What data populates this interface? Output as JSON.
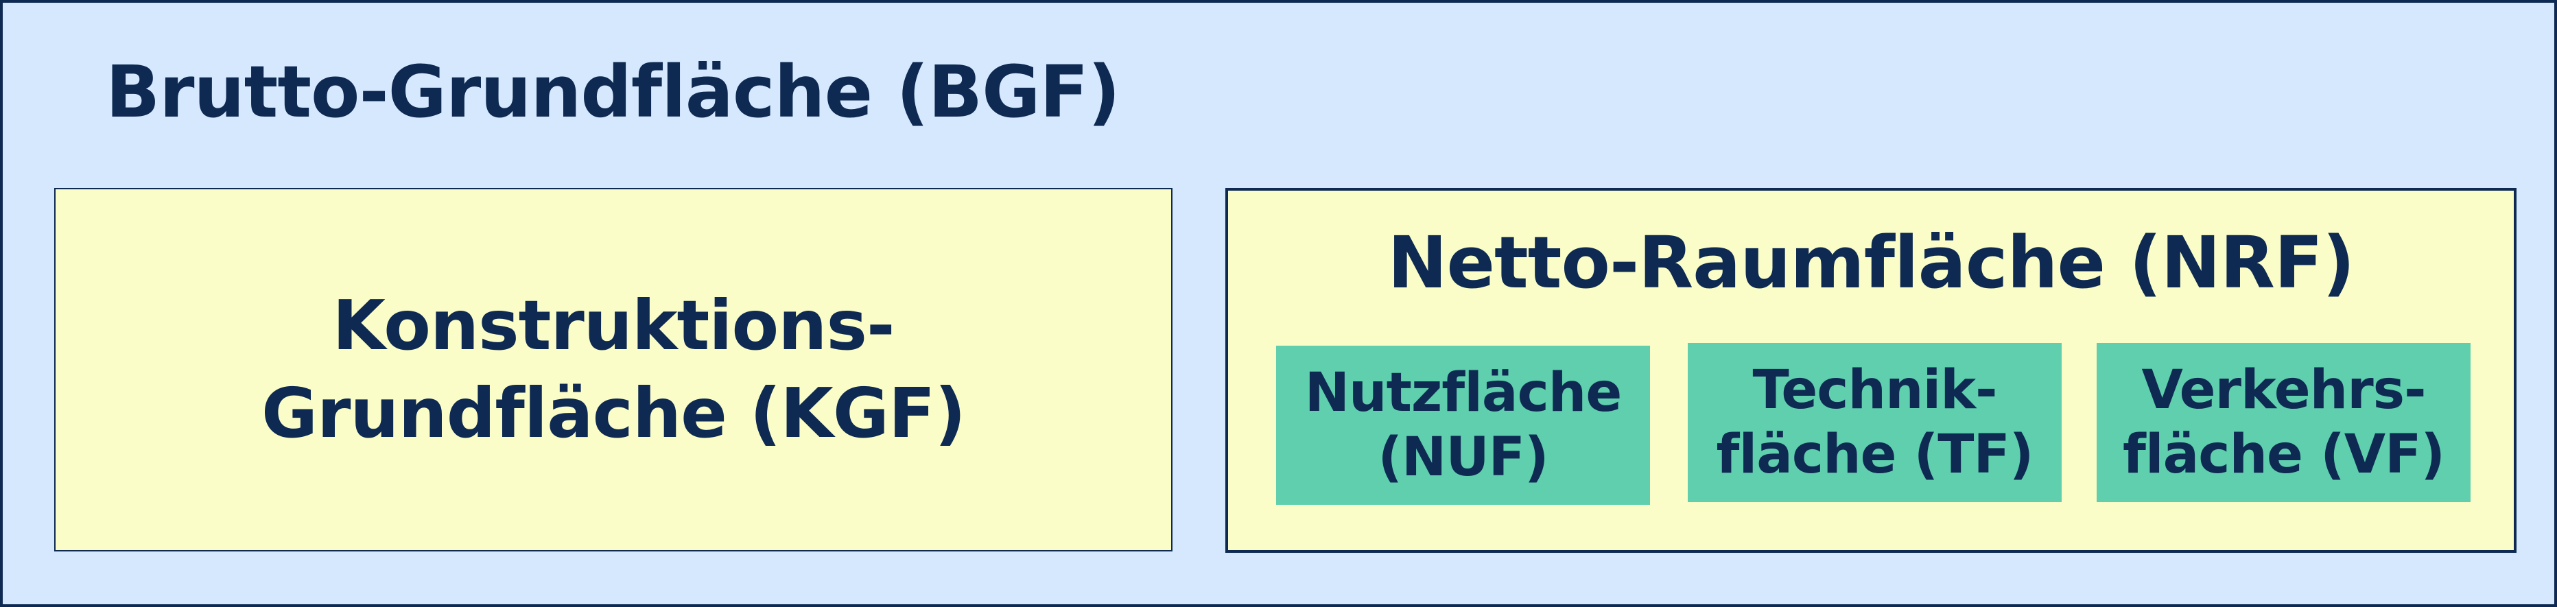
{
  "bgf": {
    "title": "Brutto-Grundfläche (BGF)"
  },
  "kgf": {
    "label": "Konstruktions-\nGrundfläche (KGF)"
  },
  "nrf": {
    "title": "Netto-Raumfläche (NRF)",
    "parts": [
      {
        "label": "Nutzfläche\n(NUF)"
      },
      {
        "label": "Technik-\nfläche (TF)"
      },
      {
        "label": "Verkehrs-\nfläche (VF)"
      }
    ]
  },
  "colors": {
    "background": "#d5e8fd",
    "text": "#0e2a52",
    "box_fill": "#fbfdc8",
    "sub_box_fill": "#5fcfae"
  }
}
